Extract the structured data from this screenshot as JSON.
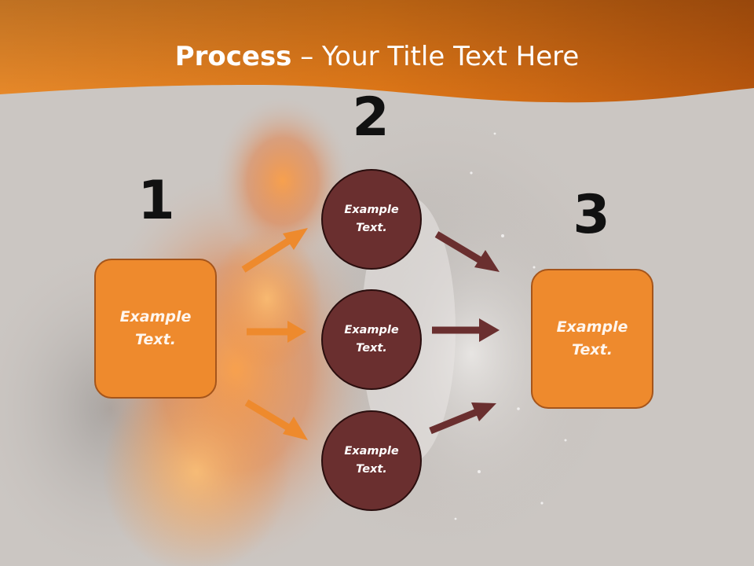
{
  "slide": {
    "title_bold": "Process",
    "title_rest": " – Your Title Text Here"
  },
  "steps": [
    {
      "number": "1",
      "label": "Example\nText."
    },
    {
      "number": "2",
      "label": "Example\nText."
    },
    {
      "number": "3",
      "label": "Example\nText."
    }
  ],
  "middle_nodes": [
    {
      "label": "Example\nText."
    },
    {
      "label": "Example\nText."
    },
    {
      "label": "Example\nText."
    }
  ],
  "colors": {
    "header_orange": "#e07a1c",
    "box_orange": "#ee8a2d",
    "circle_maroon": "#6a2f2f",
    "arrow_orange": "#ee8a2d",
    "arrow_maroon": "#6a2f2f"
  }
}
